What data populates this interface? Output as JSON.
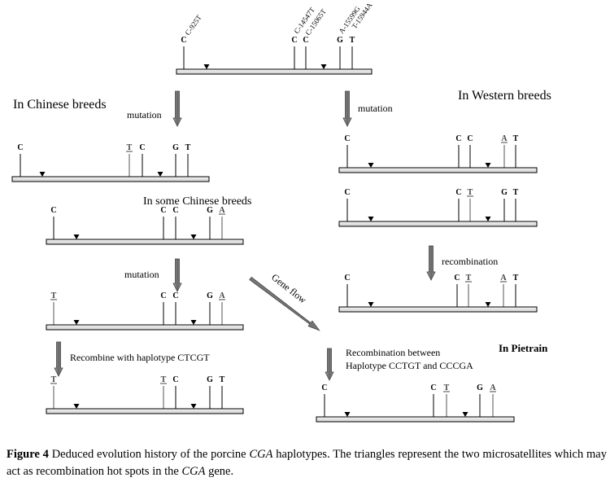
{
  "figure": {
    "snp_labels": [
      "C-925T",
      "C-14547T",
      "C-15065T",
      "A-15599G",
      "T-15944A"
    ],
    "section_labels": {
      "chinese": "In Chinese breeds",
      "western": "In Western breeds",
      "some_chinese": "In some Chinese breeds",
      "pietrain": "In Pietrain"
    },
    "process_labels": {
      "mutation_chinese": "mutation",
      "mutation_western": "mutation",
      "mutation_some_chinese": "mutation",
      "recombination_western": "recombination",
      "recombine_chinese": "Recombine with haplotype CTCGT",
      "recombination_pietrain_1": "Recombination between",
      "recombination_pietrain_2": "Haplotype CCTGT and CCCGA",
      "gene_flow": "Gene flow"
    },
    "haplotypes": [
      {
        "id": "ancestral",
        "alleles": [
          {
            "b": "C"
          },
          {
            "b": "C"
          },
          {
            "b": "C"
          },
          {
            "b": "G"
          },
          {
            "b": "T"
          }
        ]
      },
      {
        "id": "chinese-1",
        "alleles": [
          {
            "b": "C"
          },
          {
            "b": "T",
            "u": true
          },
          {
            "b": "C"
          },
          {
            "b": "G"
          },
          {
            "b": "T"
          }
        ]
      },
      {
        "id": "chinese-2",
        "alleles": [
          {
            "b": "C"
          },
          {
            "b": "C"
          },
          {
            "b": "C"
          },
          {
            "b": "G"
          },
          {
            "b": "A",
            "u": true
          }
        ]
      },
      {
        "id": "chinese-3",
        "alleles": [
          {
            "b": "T",
            "u": true
          },
          {
            "b": "C"
          },
          {
            "b": "C"
          },
          {
            "b": "G"
          },
          {
            "b": "A",
            "u": true
          }
        ]
      },
      {
        "id": "chinese-4",
        "alleles": [
          {
            "b": "T",
            "u": true
          },
          {
            "b": "T",
            "u": true
          },
          {
            "b": "C"
          },
          {
            "b": "G"
          },
          {
            "b": "T"
          }
        ]
      },
      {
        "id": "western-1",
        "alleles": [
          {
            "b": "C"
          },
          {
            "b": "C"
          },
          {
            "b": "C"
          },
          {
            "b": "A",
            "u": true
          },
          {
            "b": "T"
          }
        ]
      },
      {
        "id": "western-2",
        "alleles": [
          {
            "b": "C"
          },
          {
            "b": "C"
          },
          {
            "b": "T",
            "u": true
          },
          {
            "b": "G"
          },
          {
            "b": "T"
          }
        ]
      },
      {
        "id": "western-3",
        "alleles": [
          {
            "b": "C"
          },
          {
            "b": "C"
          },
          {
            "b": "T",
            "u": true
          },
          {
            "b": "A",
            "u": true
          },
          {
            "b": "T"
          }
        ]
      },
      {
        "id": "pietrain",
        "alleles": [
          {
            "b": "C"
          },
          {
            "b": "C"
          },
          {
            "b": "T",
            "u": true
          },
          {
            "b": "G"
          },
          {
            "b": "A",
            "u": true
          }
        ]
      }
    ]
  },
  "caption": {
    "label": "Figure 4",
    "text1": " Deduced evolution history of the porcine ",
    "gene1": "CGA",
    "text2": " haplotypes. The triangles represent the two microsatellites which may act as recombination hot spots in the ",
    "gene2": "CGA",
    "text3": " gene."
  }
}
